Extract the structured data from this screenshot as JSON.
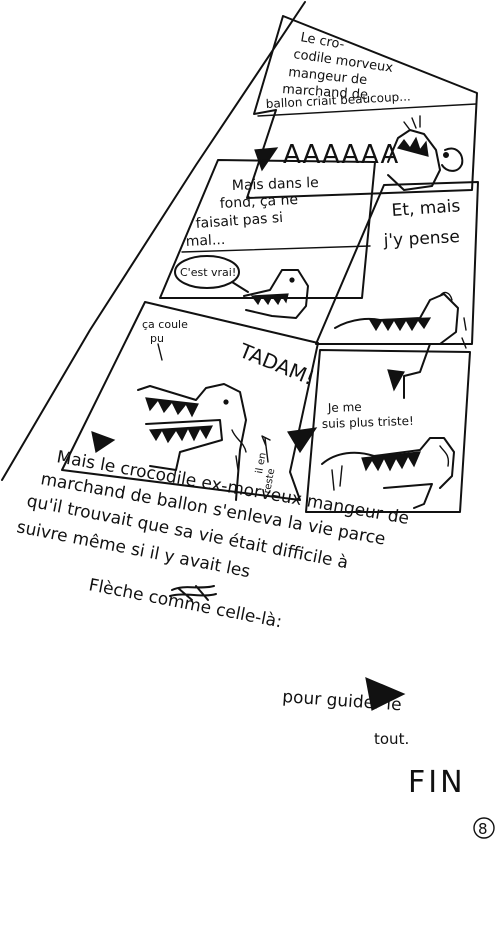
{
  "panels": {
    "p1": {
      "caption": [
        "Le cro-",
        "codile morveux",
        "mangeur de",
        "marchand de",
        "ballon criait beaucoup..."
      ],
      "scream": "AAAAAA"
    },
    "p2": {
      "caption": [
        "Mais dans le",
        "fond, ça ne",
        "faisait pas si",
        "mal..."
      ],
      "bubble": "C'est vrai!"
    },
    "p3": {
      "caption": [
        "Et, mais",
        "j'y pense"
      ]
    },
    "p4": {
      "note1": [
        "ça coule",
        "pu"
      ],
      "sound": "TADAM!",
      "note2": [
        "il en",
        "reste"
      ]
    },
    "p5": {
      "caption": [
        "Je me",
        "suis plus triste!"
      ]
    }
  },
  "narration": [
    "Mais le crocodile ex-morveux mangeur de",
    "marchand de ballon s'enleva la vie parce",
    "qu'il trouvait que sa vie était difficile à",
    "suivre même si il y avait les",
    "Flèche comme celle-là:",
    "pour guider le",
    "tout."
  ],
  "ending": "FIN",
  "page_number": "8"
}
